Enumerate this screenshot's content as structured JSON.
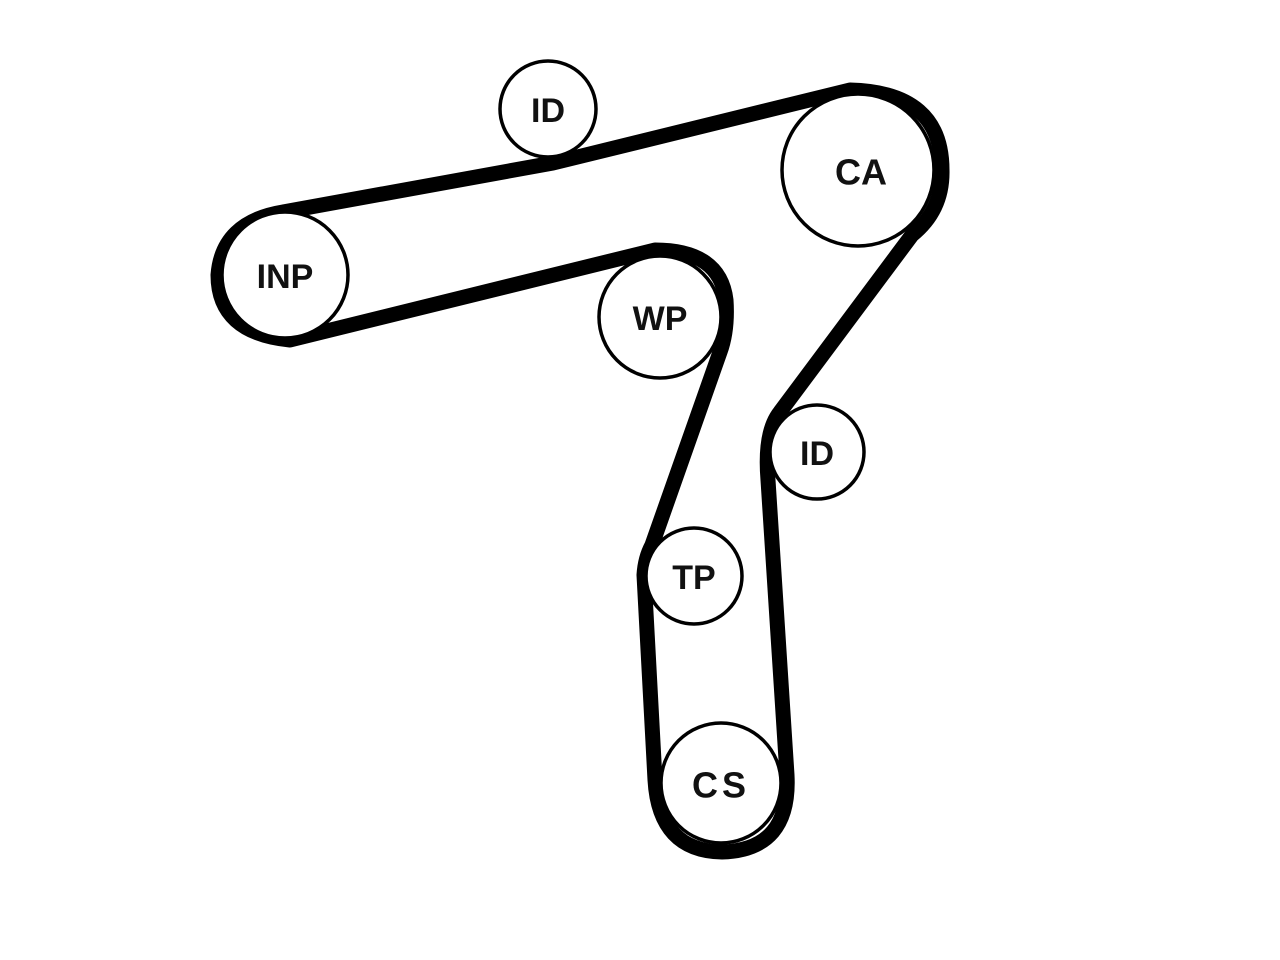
{
  "diagram": {
    "colors": {
      "belt": "#000000",
      "pulley_stroke": "#000000",
      "label": "#111111"
    },
    "pulleys": [
      {
        "id": "idler-top",
        "label": "ID"
      },
      {
        "id": "camshaft",
        "label": "CA"
      },
      {
        "id": "injection-pump",
        "label": "INP"
      },
      {
        "id": "water-pump",
        "label": "WP"
      },
      {
        "id": "idler-right",
        "label": "ID"
      },
      {
        "id": "tensioner",
        "label": "TP"
      },
      {
        "id": "crankshaft",
        "label": "CS"
      }
    ]
  }
}
